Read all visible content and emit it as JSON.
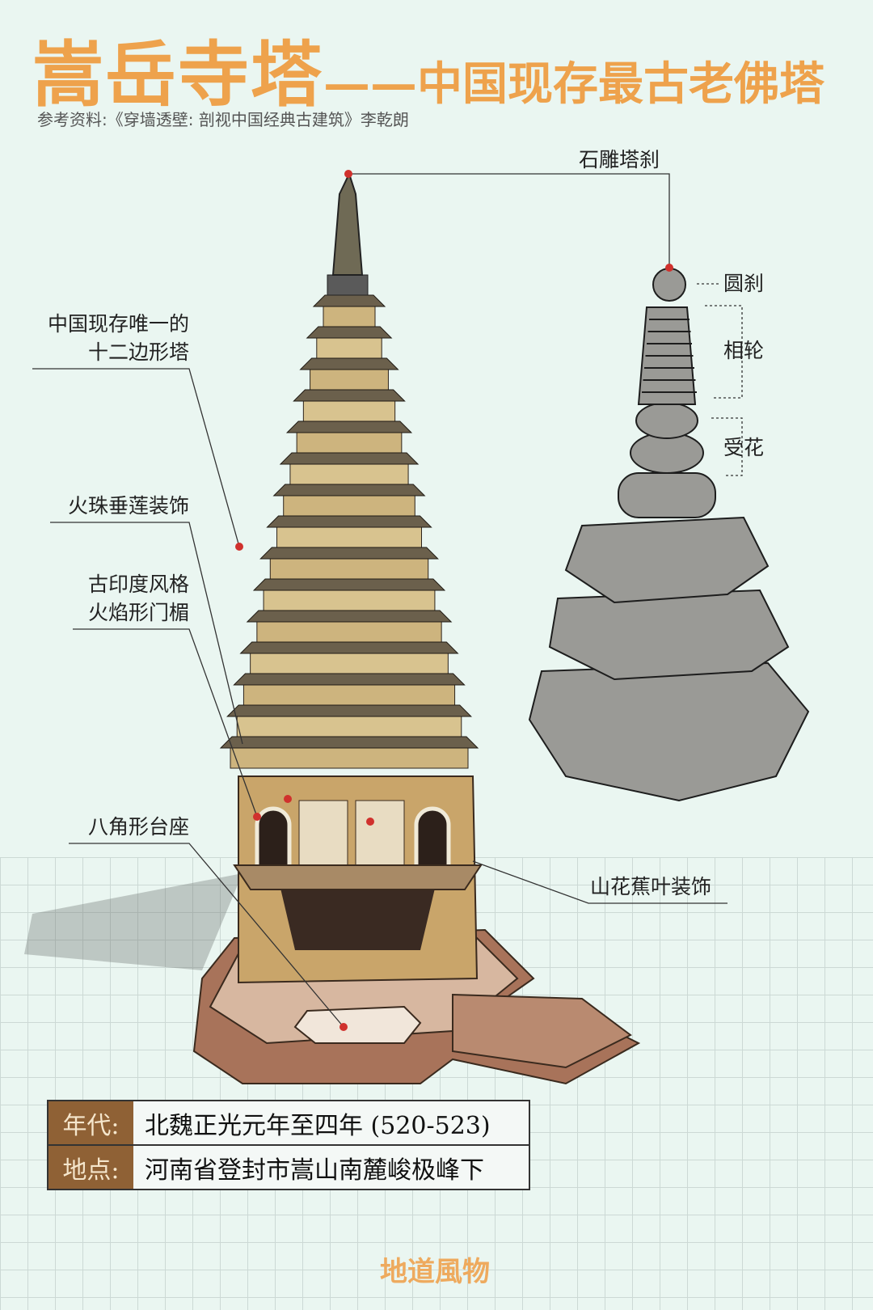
{
  "title": {
    "main": "嵩岳寺塔",
    "dash": "——",
    "sub": "中国现存最古老佛塔"
  },
  "reference": "参考资料:《穿墙透壁: 剖视中国经典古建筑》李乾朗",
  "labels": {
    "finial": "石雕塔刹",
    "round": "圆刹",
    "rings": "相轮",
    "lotus": "受花",
    "twelve_1": "中国现存唯一的",
    "twelve_2": "十二边形塔",
    "pearl": "火珠垂莲装饰",
    "lintel_1": "古印度风格",
    "lintel_2": "火焰形门楣",
    "base": "八角形台座",
    "banana": "山花蕉叶装饰"
  },
  "info": [
    {
      "key": "年代:",
      "value": "北魏正光元年至四年 (520-523)"
    },
    {
      "key": "地点:",
      "value": "河南省登封市嵩山南麓峻极峰下"
    }
  ],
  "brand": "地道風物",
  "colors": {
    "accent": "#eea24c",
    "label_bg": "#8f6135",
    "marker": "#d0312d"
  }
}
